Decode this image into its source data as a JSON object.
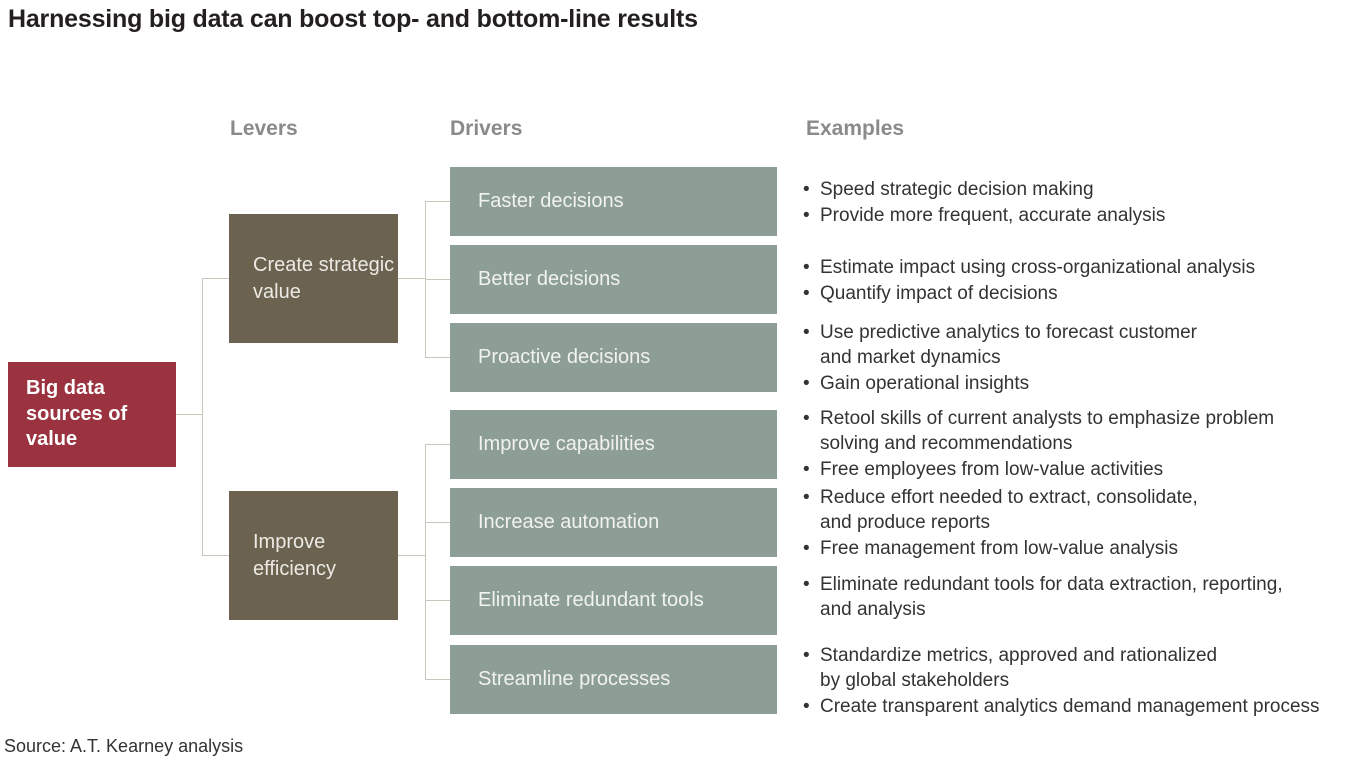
{
  "title": "Harnessing big data can boost top- and bottom-line results",
  "columns": {
    "levers": "Levers",
    "drivers": "Drivers",
    "examples": "Examples"
  },
  "root": {
    "label": "Big data sources of value",
    "color": "#9a323f"
  },
  "levers": [
    {
      "label": "Create strategic value",
      "color": "#6b6350"
    },
    {
      "label": "Improve efficiency",
      "color": "#6b6350"
    }
  ],
  "drivers": [
    {
      "label": "Faster decisions",
      "color": "#8c9e95"
    },
    {
      "label": "Better decisions",
      "color": "#8c9e95"
    },
    {
      "label": "Proactive decisions",
      "color": "#8c9e95"
    },
    {
      "label": "Improve capabilities",
      "color": "#8c9e95"
    },
    {
      "label": "Increase automation",
      "color": "#8c9e95"
    },
    {
      "label": "Eliminate redundant tools",
      "color": "#8c9e95"
    },
    {
      "label": "Streamline processes",
      "color": "#8c9e95"
    }
  ],
  "examples": [
    {
      "items": [
        {
          "lines": [
            "Speed strategic decision making"
          ]
        },
        {
          "lines": [
            "Provide more frequent, accurate analysis"
          ]
        }
      ]
    },
    {
      "items": [
        {
          "lines": [
            "Estimate impact using cross-organizational analysis"
          ]
        },
        {
          "lines": [
            "Quantify impact of decisions"
          ]
        }
      ]
    },
    {
      "items": [
        {
          "lines": [
            "Use predictive analytics to forecast customer",
            "and market dynamics"
          ]
        },
        {
          "lines": [
            "Gain operational insights"
          ]
        }
      ]
    },
    {
      "items": [
        {
          "lines": [
            "Retool skills of current analysts to emphasize problem",
            "solving and recommendations"
          ]
        },
        {
          "lines": [
            "Free employees from low-value activities"
          ]
        }
      ]
    },
    {
      "items": [
        {
          "lines": [
            "Reduce effort needed to extract, consolidate,",
            "and produce reports"
          ]
        },
        {
          "lines": [
            "Free management from low-value analysis"
          ]
        }
      ]
    },
    {
      "items": [
        {
          "lines": [
            "Eliminate redundant tools for data extraction, reporting,",
            "and analysis"
          ]
        }
      ]
    },
    {
      "items": [
        {
          "lines": [
            "Standardize metrics, approved and rationalized",
            "by global stakeholders"
          ]
        },
        {
          "lines": [
            "Create transparent analytics demand management process"
          ]
        }
      ]
    }
  ],
  "bullet_glyph": "•",
  "source": "Source: A.T. Kearney analysis",
  "colors": {
    "title_text": "#231f20",
    "heading_text": "#8a8a8a",
    "connector": "#c9c6bc",
    "body_text": "#333333"
  }
}
